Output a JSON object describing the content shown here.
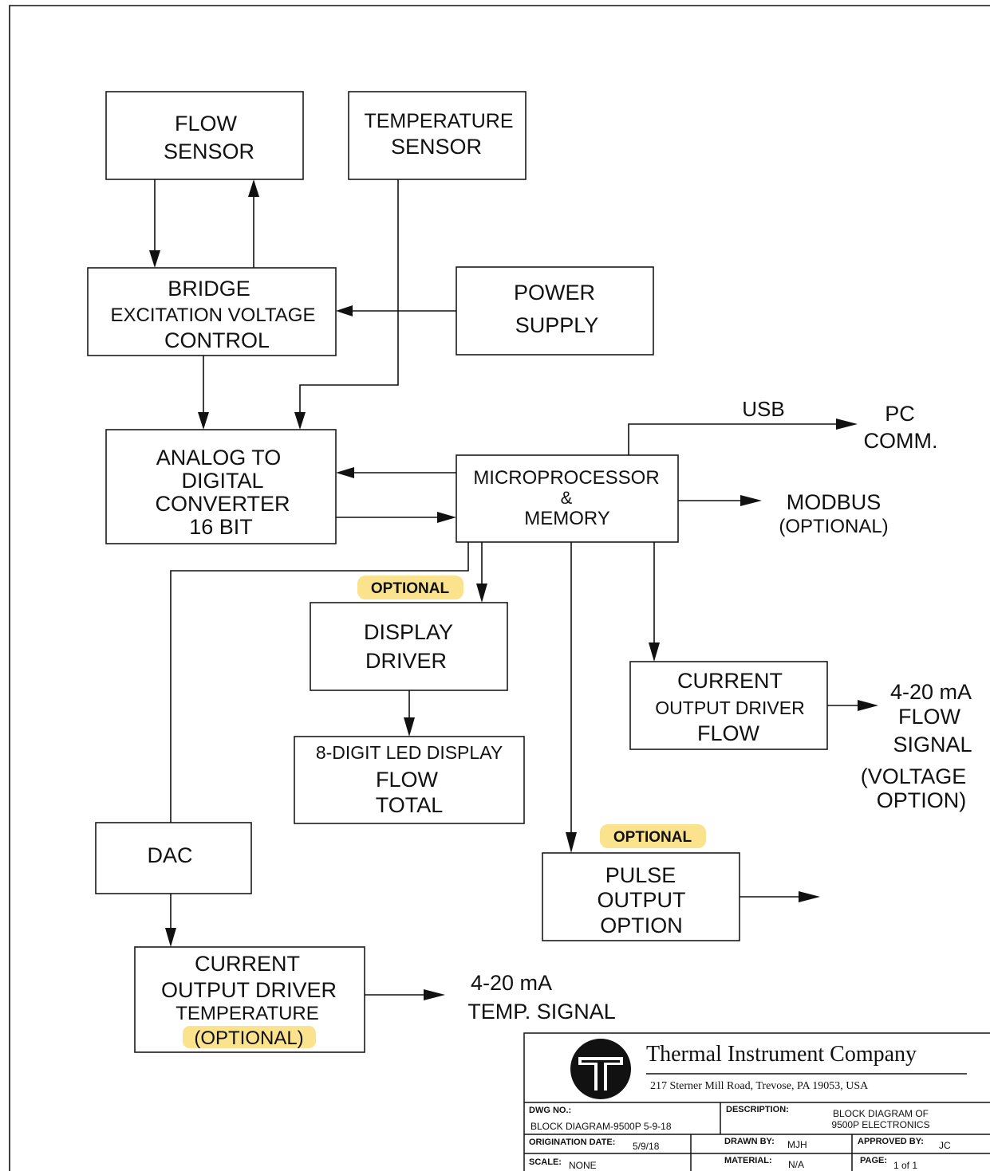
{
  "blocks": {
    "flow_sensor": [
      "FLOW",
      "SENSOR"
    ],
    "temperature_sensor": [
      "TEMPERATURE",
      "SENSOR"
    ],
    "bridge": [
      "BRIDGE",
      "EXCITATION VOLTAGE",
      "CONTROL"
    ],
    "power_supply": [
      "POWER",
      "SUPPLY"
    ],
    "adc": [
      "ANALOG TO",
      "DIGITAL",
      "CONVERTER",
      "16 BIT"
    ],
    "microprocessor": [
      "MICROPROCESSOR",
      "&",
      "MEMORY"
    ],
    "display_driver": [
      "DISPLAY",
      "DRIVER"
    ],
    "led_display": [
      "8-DIGIT LED DISPLAY",
      "FLOW",
      "TOTAL"
    ],
    "current_flow": [
      "CURRENT",
      "OUTPUT DRIVER",
      "FLOW"
    ],
    "dac": [
      "DAC"
    ],
    "pulse": [
      "PULSE",
      "OUTPUT",
      "OPTION"
    ],
    "current_temp": [
      "CURRENT",
      "OUTPUT DRIVER",
      "TEMPERATURE",
      "(OPTIONAL)"
    ]
  },
  "labels": {
    "usb": "USB",
    "pc_comm": [
      "PC",
      "COMM."
    ],
    "modbus": [
      "MODBUS",
      "(OPTIONAL)"
    ],
    "flow_signal": [
      "4-20 mA",
      "FLOW",
      "SIGNAL",
      "(VOLTAGE",
      "OPTION)"
    ],
    "temp_signal": [
      "4-20 mA",
      "TEMP. SIGNAL"
    ],
    "optional_display": "OPTIONAL",
    "optional_pulse": "OPTIONAL"
  },
  "title_block": {
    "company": "Thermal Instrument Company",
    "address": "217 Sterner Mill Road,  Trevose,  PA  19053,  USA",
    "dwg_no_label": "DWG  NO.:",
    "dwg_no": "BLOCK DIAGRAM-9500P 5-9-18",
    "description_label": "DESCRIPTION:",
    "description": [
      "BLOCK DIAGRAM OF",
      "9500P ELECTRONICS"
    ],
    "origination_label": "ORIGINATION DATE:",
    "origination": "5/9/18",
    "drawn_by_label": "DRAWN BY:",
    "drawn_by": "MJH",
    "approved_by_label": "APPROVED BY:",
    "approved_by": "JC",
    "scale_label": "SCALE:",
    "scale": "NONE",
    "material_label": "MATERIAL:",
    "material": "N/A",
    "page_label": "PAGE:",
    "page": "1 of 1"
  },
  "colors": {
    "highlight": "#fbe28d",
    "line": "#111111"
  }
}
